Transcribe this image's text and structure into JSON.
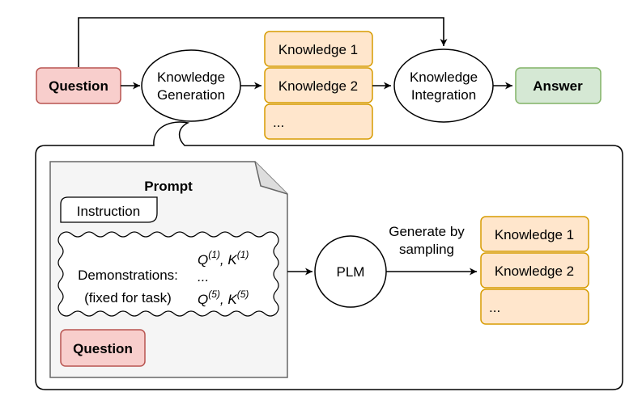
{
  "top_flow": {
    "question": "Question",
    "knowledge_generation": [
      "Knowledge",
      "Generation"
    ],
    "knowledge_items": [
      "Knowledge 1",
      "Knowledge 2",
      "..."
    ],
    "knowledge_integration": [
      "Knowledge",
      "Integration"
    ],
    "answer": "Answer"
  },
  "detail": {
    "prompt_title": "Prompt",
    "instruction": "Instruction",
    "demonstrations_label": "Demonstrations:",
    "fixed_label": "(fixed for task)",
    "demo_first": {
      "q": "Q",
      "q_sup": "(1)",
      "sep": ", ",
      "k": "K",
      "k_sup": "(1)"
    },
    "demo_ellipsis": "...",
    "demo_last": {
      "q": "Q",
      "q_sup": "(5)",
      "sep": ", ",
      "k": "K",
      "k_sup": "(5)"
    },
    "question": "Question",
    "plm": "PLM",
    "generate_label": [
      "Generate by",
      "sampling"
    ],
    "knowledge_items": [
      "Knowledge 1",
      "Knowledge 2",
      "..."
    ]
  },
  "colors": {
    "question_fill": "#f8cecc",
    "question_stroke": "#b85450",
    "knowledge_fill": "#ffe6cc",
    "knowledge_stroke": "#d79b00",
    "answer_fill": "#d5e8d4",
    "answer_stroke": "#82b366",
    "prompt_fill": "#f5f5f5",
    "prompt_stroke": "#666666"
  }
}
